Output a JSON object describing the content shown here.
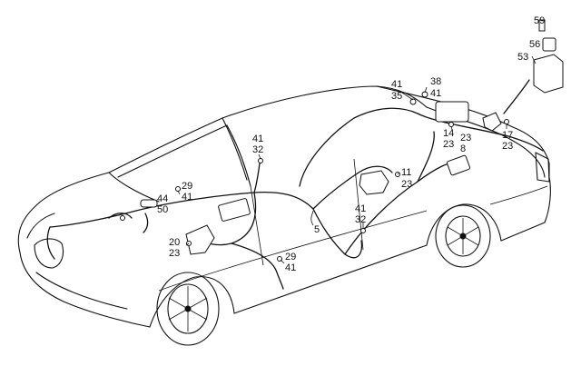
{
  "labels": {
    "p59": "59",
    "p56": "56",
    "p53": "53",
    "p41a": "41",
    "p35": "35",
    "p38": "38",
    "p41b": "41",
    "p14": "14",
    "p23a": "23",
    "p23b": "23",
    "p8": "8",
    "p17": "17",
    "p23c": "23",
    "p41c": "41",
    "p32a": "32",
    "p11": "11",
    "p23d": "23",
    "p29a": "29",
    "p41d": "41",
    "p44": "44",
    "p50": "50",
    "p41e": "41",
    "p32b": "32",
    "p5": "5",
    "p20": "20",
    "p23e": "23",
    "p29b": "29",
    "p41f": "41"
  }
}
